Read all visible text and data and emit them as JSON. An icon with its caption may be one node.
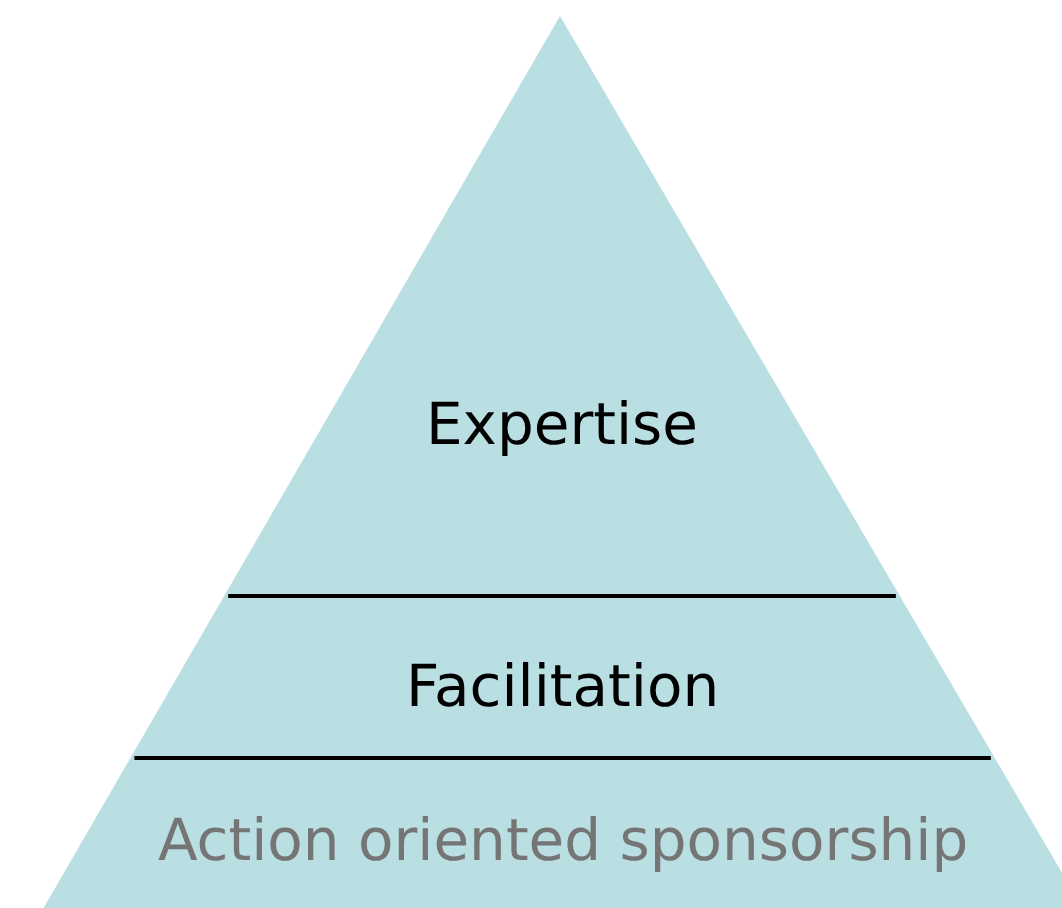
{
  "diagram": {
    "nodes": [
      {
        "text": [
          "Expertise"
        ]
      },
      {
        "text": [
          "Facilitation"
        ]
      },
      {
        "text": [
          "Action oriented sponsorship"
        ]
      }
    ]
  }
}
